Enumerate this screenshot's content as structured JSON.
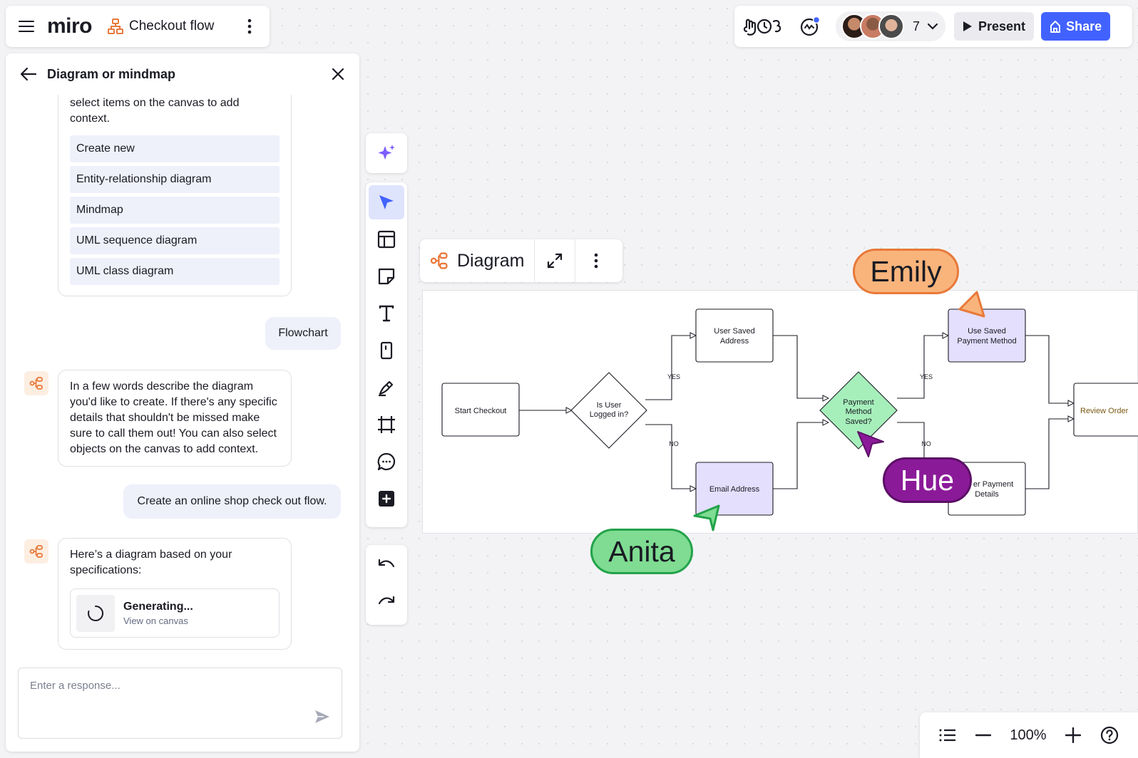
{
  "app": {
    "logo": "miro",
    "board_title": "Checkout flow"
  },
  "topbar": {
    "collaborator_count": "7",
    "present_label": "Present",
    "share_label": "Share"
  },
  "panel": {
    "title": "Diagram or mindmap",
    "intro_fragment": "select items on the canvas to add context.",
    "options": [
      "Create new",
      "Entity-relationship diagram",
      "Mindmap",
      "UML sequence diagram",
      "UML class diagram"
    ],
    "user_choice": "Flowchart",
    "ai_prompt": "In a few words describe the diagram you'd like to create. If there's any specific details that shouldn't be missed make sure to call them out! You can also select objects on the canvas to add context.",
    "user_request": "Create an online shop check out flow.",
    "ai_reply": "Here’s a diagram based on your specifications:",
    "generating_title": "Generating...",
    "generating_sub": "View on canvas",
    "input_placeholder": "Enter a response..."
  },
  "diagram_toolbar": {
    "label": "Diagram"
  },
  "flowchart": {
    "start": "Start Checkout",
    "is_logged_line1": "Is User",
    "is_logged_line2": "Logged in?",
    "saved_address_line1": "User Saved",
    "saved_address_line2": "Address",
    "email": "Email Address",
    "payment_saved_line1": "Payment",
    "payment_saved_line2": "Method",
    "payment_saved_line3": "Saved?",
    "use_saved_line1": "Use Saved",
    "use_saved_line2": "Payment Method",
    "enter_payment_line1": "er Payment",
    "enter_payment_line2": "Details",
    "review": "Review Order",
    "yes": "YES",
    "no": "NO"
  },
  "cursors": [
    {
      "name": "Emily",
      "color": "#f9b47c"
    },
    {
      "name": "Hue",
      "color": "#8b1a99"
    },
    {
      "name": "Anita",
      "color": "#7fdc92"
    }
  ],
  "zoom": {
    "level": "100%"
  },
  "colors": {
    "accent": "#4262ff",
    "ai_orange": "#e8793a",
    "node_purple": "#e3dffd",
    "node_green": "#a6efbb"
  }
}
